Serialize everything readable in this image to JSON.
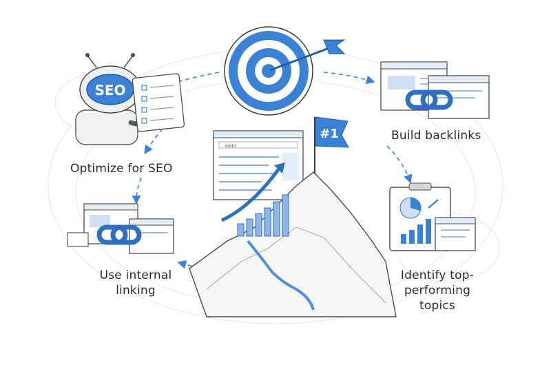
{
  "steps": {
    "optimize": "Optimize for SEO",
    "backlinks": "Build backlinks",
    "internal_line1": "Use internal",
    "internal_line2": "linking",
    "identify_line1": "Identify top-",
    "identify_line2": "performing topics"
  },
  "robot": {
    "visor_text": "SEO"
  },
  "summit": {
    "flag_text": "#1"
  },
  "search_window": {
    "query_text": "aioio"
  },
  "icons": {
    "target": "target-icon",
    "robot": "robot-icon",
    "link": "chain-link-icon",
    "chart": "analytics-clipboard-icon",
    "mountain": "mountain-icon",
    "flag": "flag-icon"
  },
  "colors": {
    "accent": "#3a82d6",
    "accent_dark": "#1f5fae",
    "ink": "#4a4a4a",
    "paper": "#ffffff"
  }
}
